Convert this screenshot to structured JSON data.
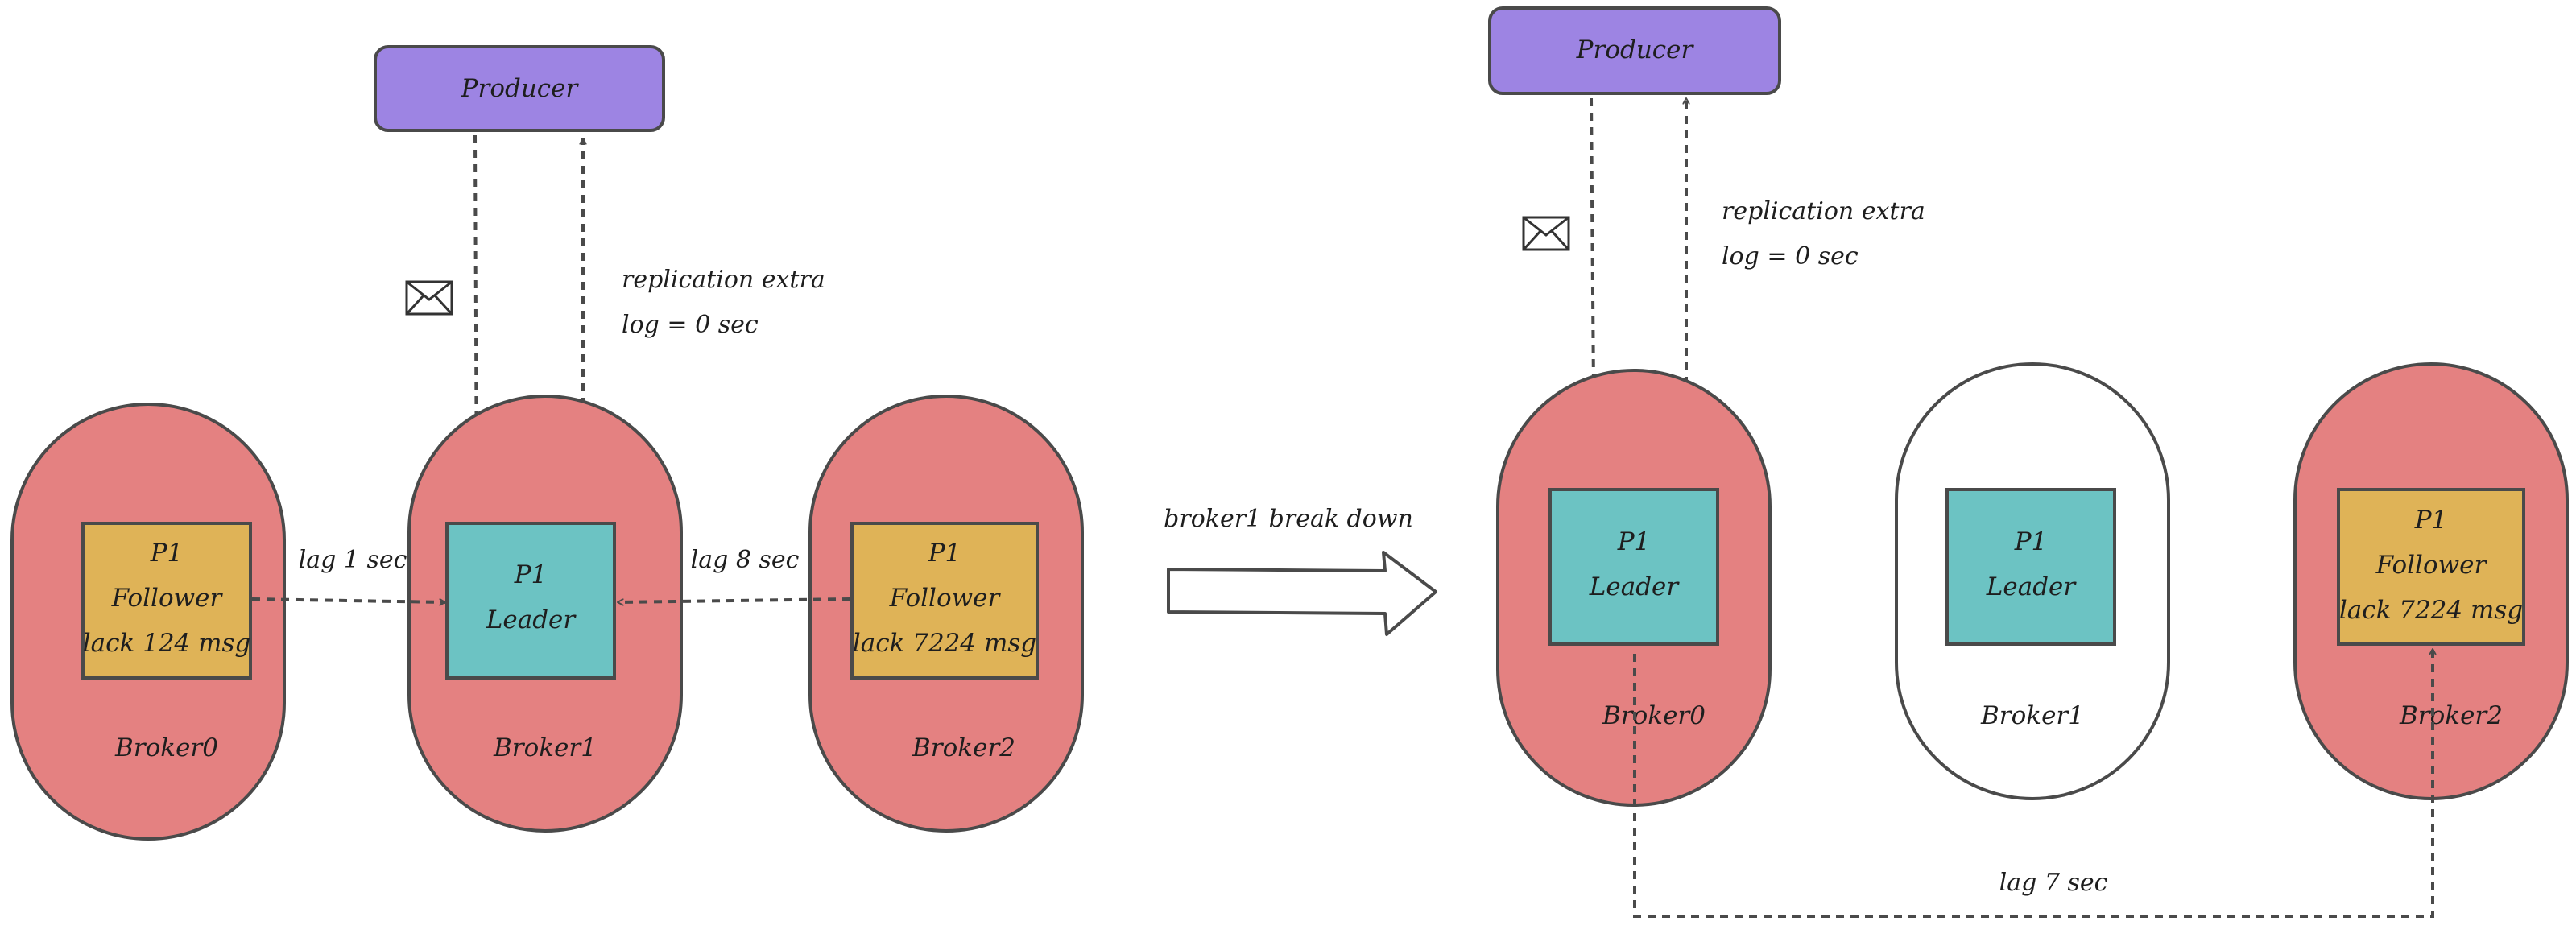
{
  "colors": {
    "broker_fill": "#e48181",
    "leader_fill": "#6cc3c3",
    "follower_fill": "#dfb357",
    "producer_fill": "#9d84e3",
    "stroke": "#4a4a4a",
    "offline_broker_fill": "#ffffff"
  },
  "icons": {
    "message": "envelope-icon",
    "transition": "hollow-right-arrow"
  },
  "before": {
    "producer": "Producer",
    "replication_note": [
      "replication extra",
      "log = 0 sec"
    ],
    "brokers": [
      {
        "name": "Broker0",
        "partition": "P1",
        "role": "Follower",
        "lag_detail": "lack 124 msg"
      },
      {
        "name": "Broker1",
        "partition": "P1",
        "role": "Leader",
        "lag_detail": ""
      },
      {
        "name": "Broker2",
        "partition": "P1",
        "role": "Follower",
        "lag_detail": "lack 7224 msg"
      }
    ],
    "lags": [
      "lag 1 sec",
      "lag 8 sec"
    ]
  },
  "transition_label": "broker1 break down",
  "after": {
    "producer": "Producer",
    "replication_note": [
      "replication extra",
      "log = 0 sec"
    ],
    "brokers": [
      {
        "name": "Broker0",
        "partition": "P1",
        "role": "Leader",
        "lag_detail": "",
        "status": "online"
      },
      {
        "name": "Broker1",
        "partition": "P1",
        "role": "Leader",
        "lag_detail": "",
        "status": "down"
      },
      {
        "name": "Broker2",
        "partition": "P1",
        "role": "Follower",
        "lag_detail": "lack 7224 msg",
        "status": "online"
      }
    ],
    "lag": "lag 7 sec"
  }
}
